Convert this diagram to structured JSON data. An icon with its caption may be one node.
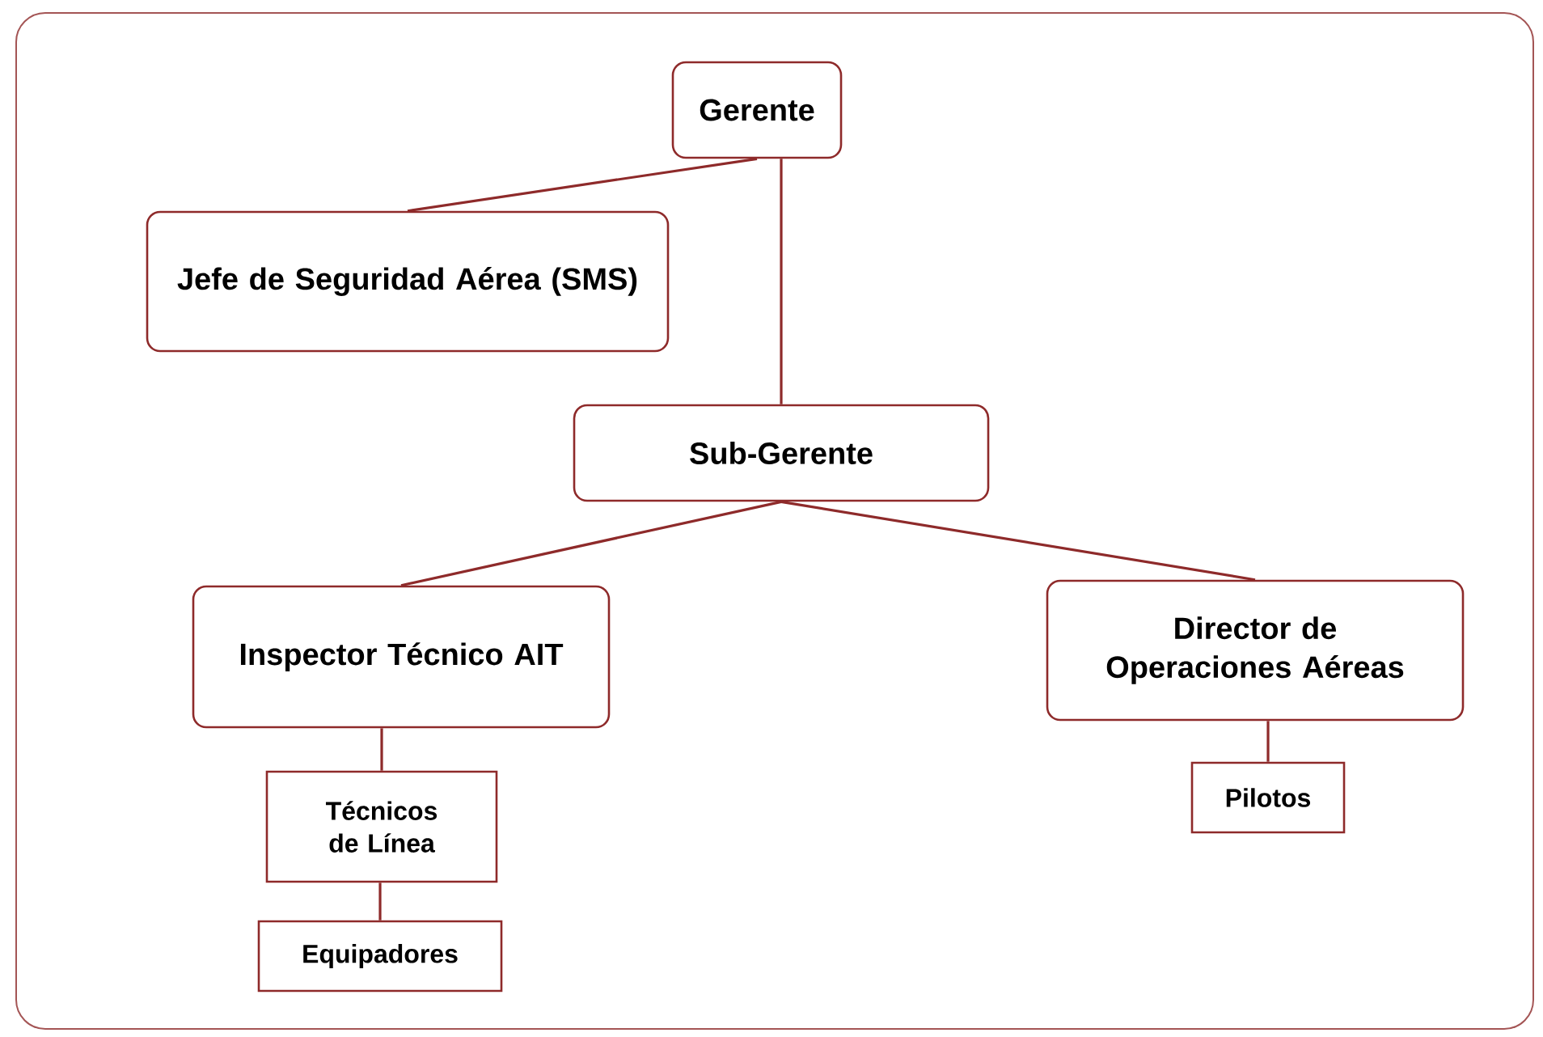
{
  "diagram": {
    "nodes": [
      {
        "text": [
          "Gerente"
        ]
      },
      {
        "text": [
          "Jefe de Seguridad Aérea (SMS)"
        ]
      },
      {
        "text": [
          "Sub-Gerente"
        ]
      },
      {
        "text": [
          "Inspector Técnico AIT"
        ]
      },
      {
        "text": [
          "Director de Operaciones Aéreas"
        ]
      },
      {
        "text": [
          "Técnicos de Línea"
        ]
      },
      {
        "text": [
          "Equipadores"
        ]
      },
      {
        "text": [
          "Pilotos"
        ]
      }
    ],
    "edges": [
      {
        "from": 0,
        "to": 2,
        "arrow": "none"
      },
      {
        "from": 0,
        "to": 1,
        "arrow": "none"
      },
      {
        "from": 2,
        "to": 3,
        "arrow": "none"
      },
      {
        "from": 2,
        "to": 4,
        "arrow": "none"
      },
      {
        "from": 3,
        "to": 5,
        "arrow": "none"
      },
      {
        "from": 5,
        "to": 6,
        "arrow": "none"
      },
      {
        "from": 4,
        "to": 7,
        "arrow": "none"
      }
    ]
  }
}
